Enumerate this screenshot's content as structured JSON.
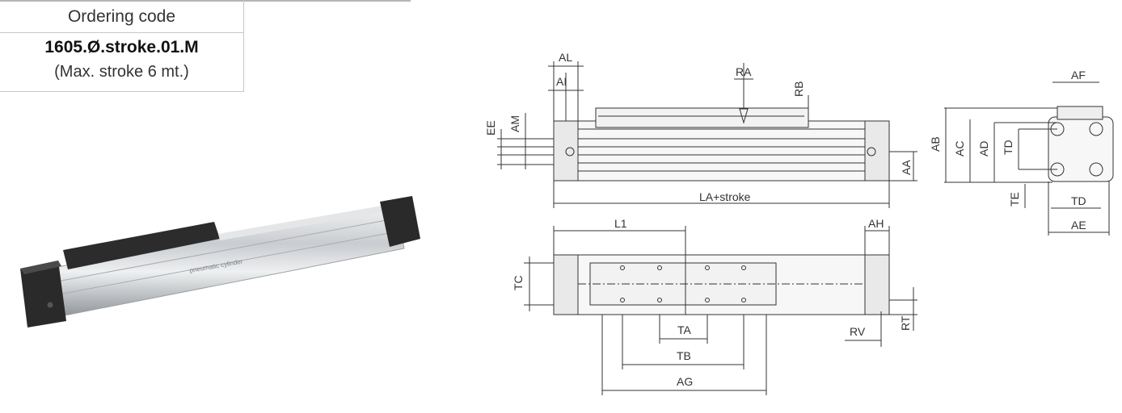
{
  "ordering": {
    "header": "Ordering code",
    "code": "1605.Ø.stroke.01.M",
    "note": "(Max. stroke 6 mt.)"
  },
  "drawing_labels": {
    "AL": "AL",
    "AI": "AI",
    "RA": "RA",
    "RB": "RB",
    "EE": "EE",
    "AM": "AM",
    "AA": "AA",
    "LA_stroke": "LA+stroke",
    "AF": "AF",
    "AB": "AB",
    "AC": "AC",
    "AD": "AD",
    "TD_v": "TD",
    "TD_h": "TD",
    "TE": "TE",
    "AE": "AE",
    "L1": "L1",
    "AH": "AH",
    "TC": "TC",
    "TA": "TA",
    "TB": "TB",
    "AG": "AG",
    "RV": "RV",
    "RT": "RT"
  },
  "colors": {
    "line": "#333333",
    "profile": "#f2f2f2",
    "cap": "#2a2a2a",
    "aluminium": "#d9dcdf"
  }
}
